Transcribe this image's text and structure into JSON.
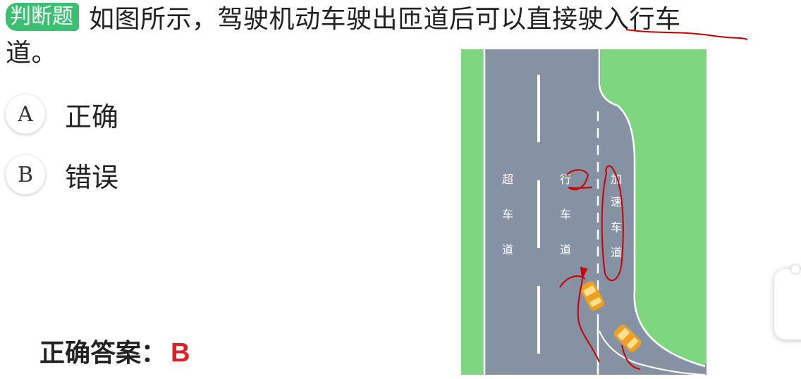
{
  "question": {
    "type_badge": "判断题",
    "text_line1": "如图所示，驾驶机动车驶出匝道后可以直接驶入行车",
    "text_line2": "道。"
  },
  "options": [
    {
      "key": "A",
      "label": "正确"
    },
    {
      "key": "B",
      "label": "错误"
    }
  ],
  "answer": {
    "label": "正确答案：",
    "value": "B"
  },
  "figure": {
    "lane_left": [
      "超",
      "车",
      "道"
    ],
    "lane_middle": [
      "行",
      "车",
      "道"
    ],
    "lane_right": [
      "加",
      "速",
      "车",
      "道"
    ]
  },
  "colors": {
    "badge": "#3bbf70",
    "answer": "#e02020",
    "grass": "#7ed67e",
    "road": "#8592a3",
    "annotation": "#cc0000"
  }
}
